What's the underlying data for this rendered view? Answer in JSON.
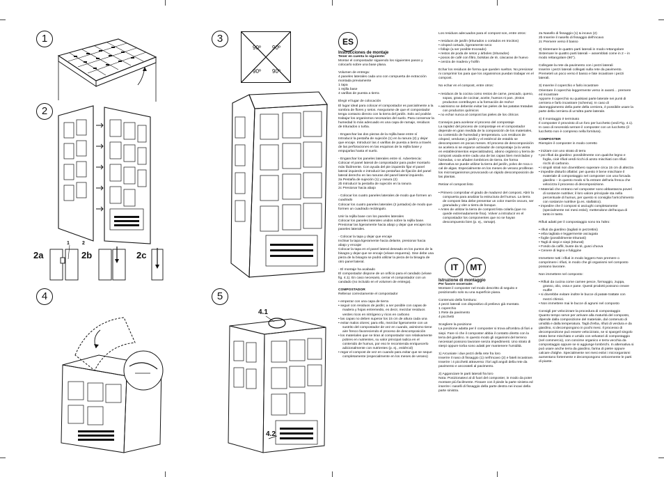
{
  "figures": {
    "steps": [
      "1",
      "2",
      "3",
      "4",
      "5"
    ],
    "sub2": [
      "2a",
      "2b",
      "2c"
    ],
    "fig2a_marks": [
      "1",
      "2"
    ],
    "fig5_marks": [
      "4.1",
      "4.2"
    ],
    "angles": [
      "90º",
      "90º",
      "90º",
      "90º"
    ]
  },
  "badges": {
    "es": "ES",
    "it": "IT",
    "mt": "MT"
  },
  "es": {
    "title": "Instrucciones de montaje",
    "intro": [
      "Tener en cuenta lo siguiente:",
      "Montar el compostador siguiendo los siguientes pasos y colocarlo sobre una base plana."
    ],
    "delivery": [
      "Volumen de entrega:",
      "4 paneles laterales cada uno con compuerta de extracción montada previamente",
      "1 tapa",
      "1 rejilla base",
      "4 varillas de puesta a tierra"
    ],
    "place": [
      "Elegir el lugar de colocación",
      "El lugar ideal para colocar el compostador es parcialmente a la sombra de flores y setos. Asegurarse de que el compostador tenga contacto directo con la tierra del jardín. Solo así podrán trabajar los organismos necesarios del suelo. Para conservar la humedad lo más adecuado es una capa de ramaje, residuos de triturados o turba."
    ],
    "engage": [
      "- Enganchar las dos piezas de la rejilla base entre sí",
      "Introducir la pestaña de sujeción (1) en la ranura (2) y dejar que encaje. Introducir las 4 varillas de puesta a tierra a través de las perforaciones en las esquinas de la rejilla base y empujarlas hasta el suelo."
    ],
    "side": [
      "- Enganchar los paneles laterales entre sí. Advertencia:",
      "Colocar el panel lateral de compostador para poder montarlo más fácilmente. Con ayuda del pie izquierdo fijar el panel lateral izquierdo e introducir las pestañas de fijación del panel lateral derecho en las ranuras del panel lateral izquierdo.",
      "2a Pestaña de sujeción (1) y ranura (2)",
      "2b Introducir la pestaña de sujeción en la ranura",
      "2c Presionar hacia abajo"
    ],
    "square": [
      "- Colocar los cuatro paneles laterales de modo que formen un cuadrado",
      "Colocar los cuatro paneles laterales (2 juntados) de modo que formen un cuadrado rectángulo."
    ],
    "join": [
      "Unir la rejilla base con los paneles laterales",
      "Colocar los paneles laterales unidos sobre la rejilla base. Presionar las ligeramente hacia abajo y dejar que encajen los paneles laterales."
    ],
    "lid": [
      "- Colocar la tapa y dejar que encaje",
      "Inclinar la tapa ligeramente hacia delante, presionar hacia abajo y encajar",
      "Colocar la tapa en el panel lateral deseado en los puntos de la bisagra y dejar que se encaje (véase esquema). Sise debe una pieza de la bisagra se podrá utilizar la pieza de la bisagra de otro panel lateral."
    ],
    "done": [
      "- El montaje ha acabado",
      "El compostador dispone de un orificio para el candado (véase fig. 4.1). En caso necesario, cerrar el compostador con un candado (no incluido en el volumen de entrega)."
    ],
    "compost_title": "COMPOSTADOR",
    "compost_intro": "Rellenar correctamente el compostador",
    "compost_list": [
      "empezar con una capa de tierra",
      "seguir con residuos de jardín; a ser posible con capas de madera y hojas entremedio, es decir, mezclar residuos verdes ricos en nitrógeno y ricos en carbono",
      "las capas no deben superar los 15 cm de altura cada una",
      "evitar malos olores; para ello, mezclar ligeramente con un sustrito del compostador de vez en cuando, asimismo tiene aire fresco favoreciendo el proceso de descomposición",
      "los materiales que se tiran al compostador son relativamente pobres en nutrientes, su valor principal radica en el contenido de humus, por eso le recomienda enriquecerlo adicionalmente con nutrientes (p. ej., estiércol)",
      "regar el compost de vez en cuando para evitar que se seque completamente (especialmente en los meses de verano)"
    ]
  },
  "es2": {
    "adequate_title": "Los residuos adecuados para el compost son, entre otros:",
    "adequate": [
      "residuos de jardín (triturados o cortados en trocitos)",
      "césped cortado, ligeramente seco",
      "follaje (a ser posible troceado)",
      "restos de poda de setos y árboles (triturados)",
      "posos de café con filtro, bolsitas de té, cáscaras de huevo",
      "ceniza de madera y hollín"
    ],
    "adequate_after": "Echar los residuos de forma que queden sueltos. No presionar ni comprimir los para que los organismos puedan trabajar en el compost.",
    "not_title": "No echar en el compost, entre otros:",
    "not_list": [
      "residuos de la cocina como restos de carne, pescado, queso, sopas, grasa de cocinar, aceite, huesos ni pan. ¡Estos productos contribuyen a la formación de moho!",
      "asimismo se deberán evitar las pieles de las patatas tratadas con productos químicos",
      "no echar nunca al compost las pieles de los cítricos"
    ],
    "tips_title": "Consejos para acelerar el proceso del compostaje",
    "tips": "La rapidez del proceso de compostaje en el compostador depende en gran medida de la composición de los materiales, su contenido de humedad y temperatura. Los residuos de césped, verduras y jardín y el estiércol de establo se descomponen en pocas meses. El proceso de descomposición se acelera si se esparce activador de compostaje (a la venta en establecimientos especializados), abono orgánico y tierra de compost usada entre cada una de las capas bien mezcladas y húmedas, o se añaden lombrices de tierra. De forma alternativa se puede utilizar la tierra del jardín, polvo de roca o cal de algas. Especialmente en los meses de verano proliferan los microorganismos provocando un rápido descomposición de las plantas.",
    "remove_title": "Retirar el compost listo",
    "remove": [
      "Primero comprobar el grado de madurez del compost. Abrir la compuerta para analizar la estructura del humus. La tierra de compost lista debe presentar un color marrón oscuro, ser granulada y oler a tierra de bosque.",
      "Antes de utilizar la tierra de compost lista colarla (que no quede extremadamente fina). Volver a introducir en el compostador los componentes que no se hayan descompuesto bien (p. ej., ramaje)."
    ],
    "it_title": "Istruzione di montaggio",
    "it_intro": [
      "Per favore osservate:",
      "Montare il composter nel modo descritto di seguito e posizionarlo solo su una superficie piana."
    ],
    "it_contents": [
      "Contenuto della fornitura:",
      "4 pezzi laterali con dispositivo di prelievo già montato.",
      "1 coperchio",
      "1 Rete da pavimento",
      "4 picchetti"
    ],
    "it_pos": [
      "Scegliere la posizione",
      "La posizione adatta per il composter si trova all'ombra di fiori e siepi. Fare sì che il composter abbia il contatto diretto con la terra del giardino. In questo modo gli organismi del terreno necessari possono lavorare senza impedimenti. Uno strato di sterpi oppure torba sono adatti per mantenere l'umidità."
    ],
    "it_step1": [
      "1) Arcuniate i due pezzi della rete fra loro",
      "Inserire il naso di fissaggio (1) nell'incavo (2) e fateli incastrare. Inserire i 4 picchetti attraverso i fori agli angoli della rete da pavimento e ancorateli al pavimento."
    ],
    "it_step2": [
      "2) Agganciare le parti laterali fra loro",
      "Nota: Posizionatevi al di fuori del composter, in modo da poter montare più facilmente. Fissare con il piede la parte sinistra ed inserire i naselli di fissaggio della parte destra nei incavi della parte sinistra."
    ]
  },
  "it": {
    "marks": [
      "2a Nasello di fissaggio (1) & incavo (2)",
      "2b Inserire il nasello di fissaggio dell'incavo",
      "2c Premere verso il basso"
    ],
    "step3": [
      "3) Sistemare le quattro parti laterali in modo rettangolare",
      "Sistemare le quattro parti laterali – assemblati come in 2 – in modo rettangolare (90°)."
    ],
    "connect": [
      "Collegate la rete da pavimento con i pezzi laterali",
      "Inserire i pezzi laterali collegati sulla rete da pavimento. Premeteli un poco verso il basso e fate incastrare i pezzi laterali."
    ],
    "step3b": [
      "3) Inserire il coperchio e farlo incastrare",
      "Orientare il coperchio leggermente verso in avanti… premere ed incastrare",
      "Apporre il coperchio su qualsiasi parte laterale nei punti di cerniera e farlo incastrare (schema). In caso di danneggiamento della parte della cerniera, è possibile usare la parte della cerniera di un'altra parte laterale."
    ],
    "step4": [
      "4) Il montaggio è terminato",
      "Il composter è provvisto di un foro per lucchetto (vedi Fig. 4.1). In caso di necessità serrare il composter con un lucchetto (il lucchetto non è compreso nella fornitura)."
    ],
    "comp_title": "COMPOSTER",
    "comp_intro": "Riempire il composter in modo corretto",
    "comp_list": [
      "iniziare con uno strato di terra",
      "poi rifiuti da giardino: possibilmente con qualche legno e foglia, cioè rifiuti verdi ricchi di azoto mischiati con rifiuti ricchi di carbonio.",
      "i singoli strati non dovrebbero superare circa 15 cm di altezza",
      "impedite disturbi olfattivi: per questo è bene mischiare il materiale di compostaggio nel composter con una forcada giardino – in questo modo si fa entrare dell'aria fresca che velocizza il processo di decomposizione.",
      "Materiali che entrano nel composter sono abbastanza poveri di sostanze nutritive; il loro valore principale sta nella percentuale di humus, per questo si consiglia l'arricchimento con sostanze nutritive (p.es. stallatico).",
      "impedire che il compost si asciughi completamente (specialmente nei mesi estivi), mettendone dell'acqua di tanto in tanto."
    ],
    "fit_title": "Rifiuti adatti per il compostaggio sono tra l'altro:",
    "fit": [
      "rifiuti da giardino (tagliati in pezzettini)",
      "erba tagliata e leggermente asciugata",
      "foglie (possibilmente triturasti)",
      "Tagli di siepi e siepi (triturati)",
      "Fondo da caffè, buste da tè, gusci d'uova",
      "Cenere di legno e fuliggine"
    ],
    "fit_after": "Immettere tutti i rifiuti in modo leggero Non premere o comprimere i rifiuti, in modo che gli organismi nel composto possano lavorare.",
    "no_title": "Non immettere nel composto:",
    "no_list": [
      "Rifiuti da cucina come carnee pesce, formaggio, zuppa, grasso, olio, ossa e pane. Questi prodotti possono creare muffe!",
      "si dovrebbe evitare inoltre le bucce di patate trattate con mezzi chimici.",
      "Non immettere mai le bucce di agrumi nel composto"
    ],
    "tips_title": "Consigli per velocizzare la procedura di compostaggio",
    "tips": "Quanto tempo serve per arrivare alla maturità del composto, dipende dalla composizione del materiale, dal contenuto di umidità e dalla temperatura. Tagli d'erba, rifiuti di verdura e da giardino, si decompongono in pochi mesi. Il processo di decomposizione può essere velocizzato, se si spargeil singolo strato bene mischiato e umido con velvatori di compostaggio (nel commercio), con concime organico e terra vecchia da compostaggio oppure se si aggiunge lombrichi. In alternativa si può usare anche terra da giardino, farina di pietre oppure calcare d'alghe. Specialmente nei mesi estivi i microrganismi aumentano fortemente e decompongono velocemente le parti di piante."
  }
}
